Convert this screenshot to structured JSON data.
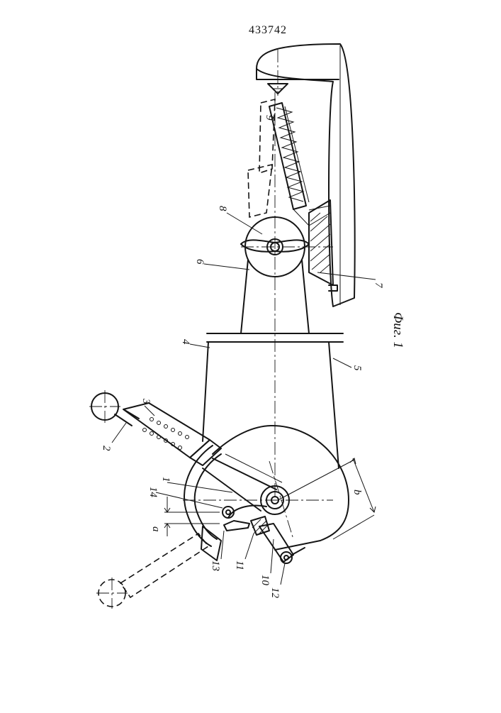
{
  "patent_number": "433742",
  "figure_caption": "Фиг. 1",
  "labels": {
    "l1": "1",
    "l2": "2",
    "l3": "3",
    "l4": "4",
    "l5": "5",
    "l6": "6",
    "l7": "7",
    "l8": "8",
    "l9": "9",
    "l10": "10",
    "l11": "11",
    "l12": "12",
    "l13": "13",
    "l14": "14",
    "la": "a",
    "lb": "b"
  }
}
